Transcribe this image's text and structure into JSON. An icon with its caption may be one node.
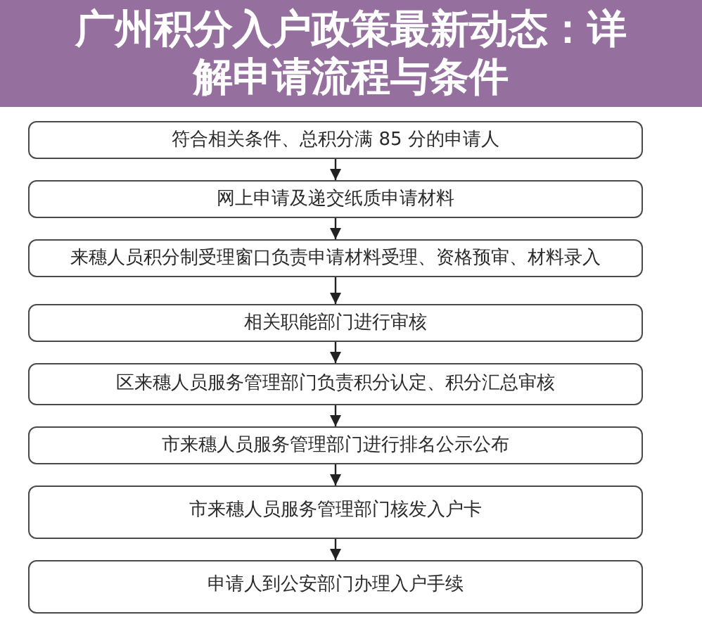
{
  "diagram": {
    "title": "广州积分入户政策最新动态：详解申请流程与条件",
    "nodes": [
      {
        "text": [
          "符合相关条件、总积分满 85 分的申请人"
        ]
      },
      {
        "text": [
          "网上申请及递交纸质申请材料"
        ]
      },
      {
        "text": [
          "来穗人员积分制受理窗口负责申请材料受理、资格预审、材料录入"
        ]
      },
      {
        "text": [
          "相关职能部门进行审核"
        ]
      },
      {
        "text": [
          "区来穗人员服务管理部门负责积分认定、积分汇总审核"
        ]
      },
      {
        "text": [
          "市来穗人员服务管理部门进行排名公示公布"
        ]
      },
      {
        "text": [
          "市来穗人员服务管理部门核发入户卡"
        ]
      },
      {
        "text": [
          "申请人到公安部门办理入户手续"
        ]
      }
    ],
    "edges": [
      {
        "from": 0,
        "to": 1,
        "arrow": "to"
      },
      {
        "from": 1,
        "to": 2,
        "arrow": "to"
      },
      {
        "from": 2,
        "to": 3,
        "arrow": "to"
      },
      {
        "from": 3,
        "to": 4,
        "arrow": "to"
      },
      {
        "from": 4,
        "to": 5,
        "arrow": "to"
      },
      {
        "from": 5,
        "to": 6,
        "arrow": "to"
      },
      {
        "from": 6,
        "to": 7,
        "arrow": "to"
      }
    ]
  }
}
